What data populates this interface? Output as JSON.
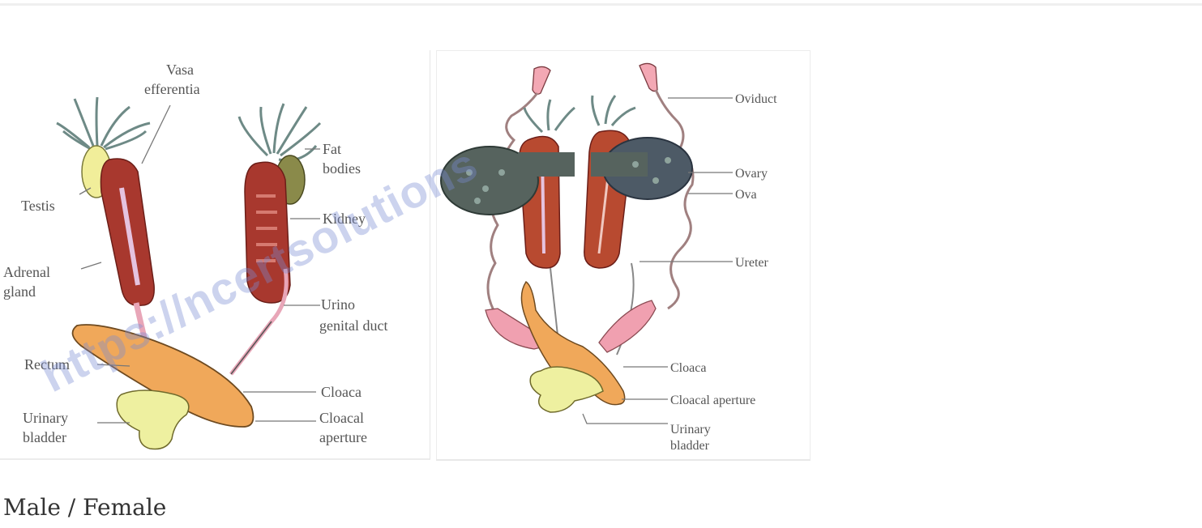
{
  "figure": {
    "male": {
      "labels": {
        "vasa_efferentia_1": "Vasa",
        "vasa_efferentia_2": "efferentia",
        "testis": "Testis",
        "fat_bodies_1": "Fat",
        "fat_bodies_2": "bodies",
        "kidney": "Kidney",
        "adrenal_gland_1": "Adrenal",
        "adrenal_gland_2": "gland",
        "urinogenital_duct_1": "Urino",
        "urinogenital_duct_2": "genital duct",
        "rectum": "Rectum",
        "cloaca": "Cloaca",
        "urinary_bladder_1": "Urinary",
        "urinary_bladder_2": "bladder",
        "cloacal_aperture_1": "Cloacal",
        "cloacal_aperture_2": "aperture"
      }
    },
    "female": {
      "labels": {
        "oviduct": "Oviduct",
        "ovary": "Ovary",
        "ova": "Ova",
        "ureter": "Ureter",
        "cloaca": "Cloaca",
        "cloacal_aperture": "Cloacal aperture",
        "urinary_bladder_1": "Urinary",
        "urinary_bladder_2": "bladder"
      }
    },
    "watermark": "https://ncertsolutions",
    "colors": {
      "kidney": "#a8382e",
      "testis": "#f1ee9a",
      "cloaca": "#f0a85a",
      "bladder": "#eef0a0",
      "fat_bodies": "#6e8a86",
      "ovary": "#56635e",
      "oviduct_funnel": "#f3a8b4"
    }
  },
  "caption": "Male / Female"
}
